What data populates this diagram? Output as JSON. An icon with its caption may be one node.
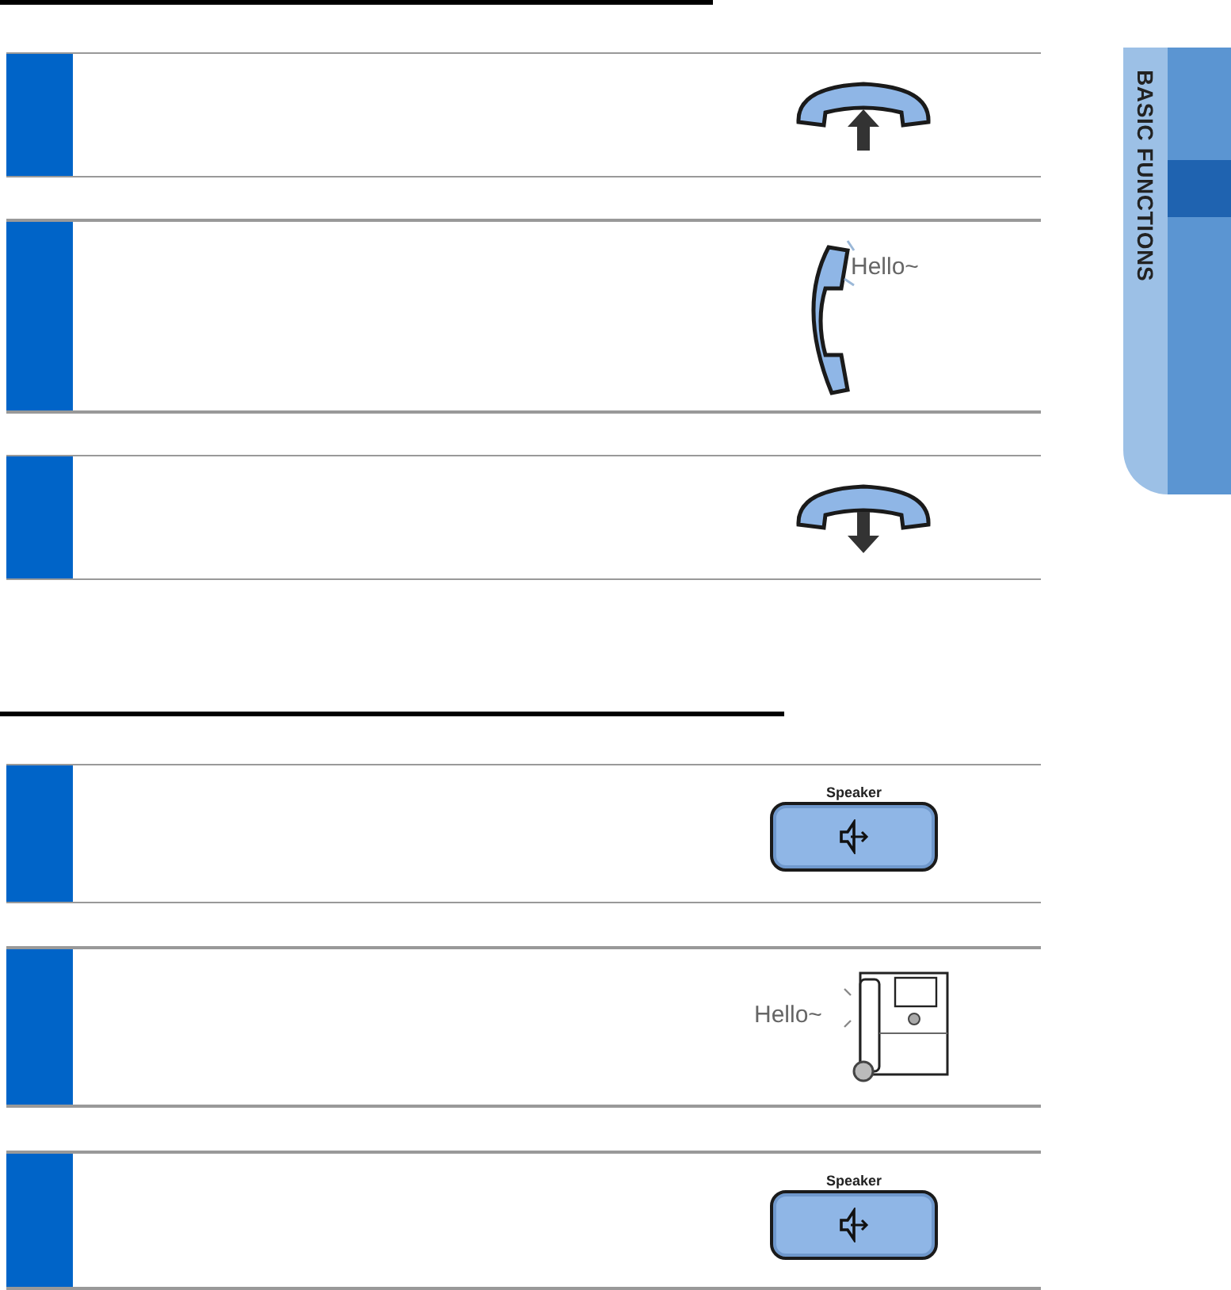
{
  "diagram": {
    "nodes": [
      {
        "text": [],
        "shape": "box"
      },
      {
        "text": [],
        "shape": "box"
      },
      {
        "text": [],
        "shape": "box"
      },
      {
        "text": [],
        "shape": "box"
      },
      {
        "text": [],
        "shape": "box"
      },
      {
        "text": [],
        "shape": "box"
      },
      {
        "text": [
          "Speaker"
        ],
        "in": 3
      },
      {
        "text": [
          "Speaker"
        ],
        "in": 5
      },
      {
        "text": [
          "BASIC FUNCTIONS"
        ]
      }
    ],
    "labels": [
      "Hello~",
      "Hello~"
    ]
  }
}
